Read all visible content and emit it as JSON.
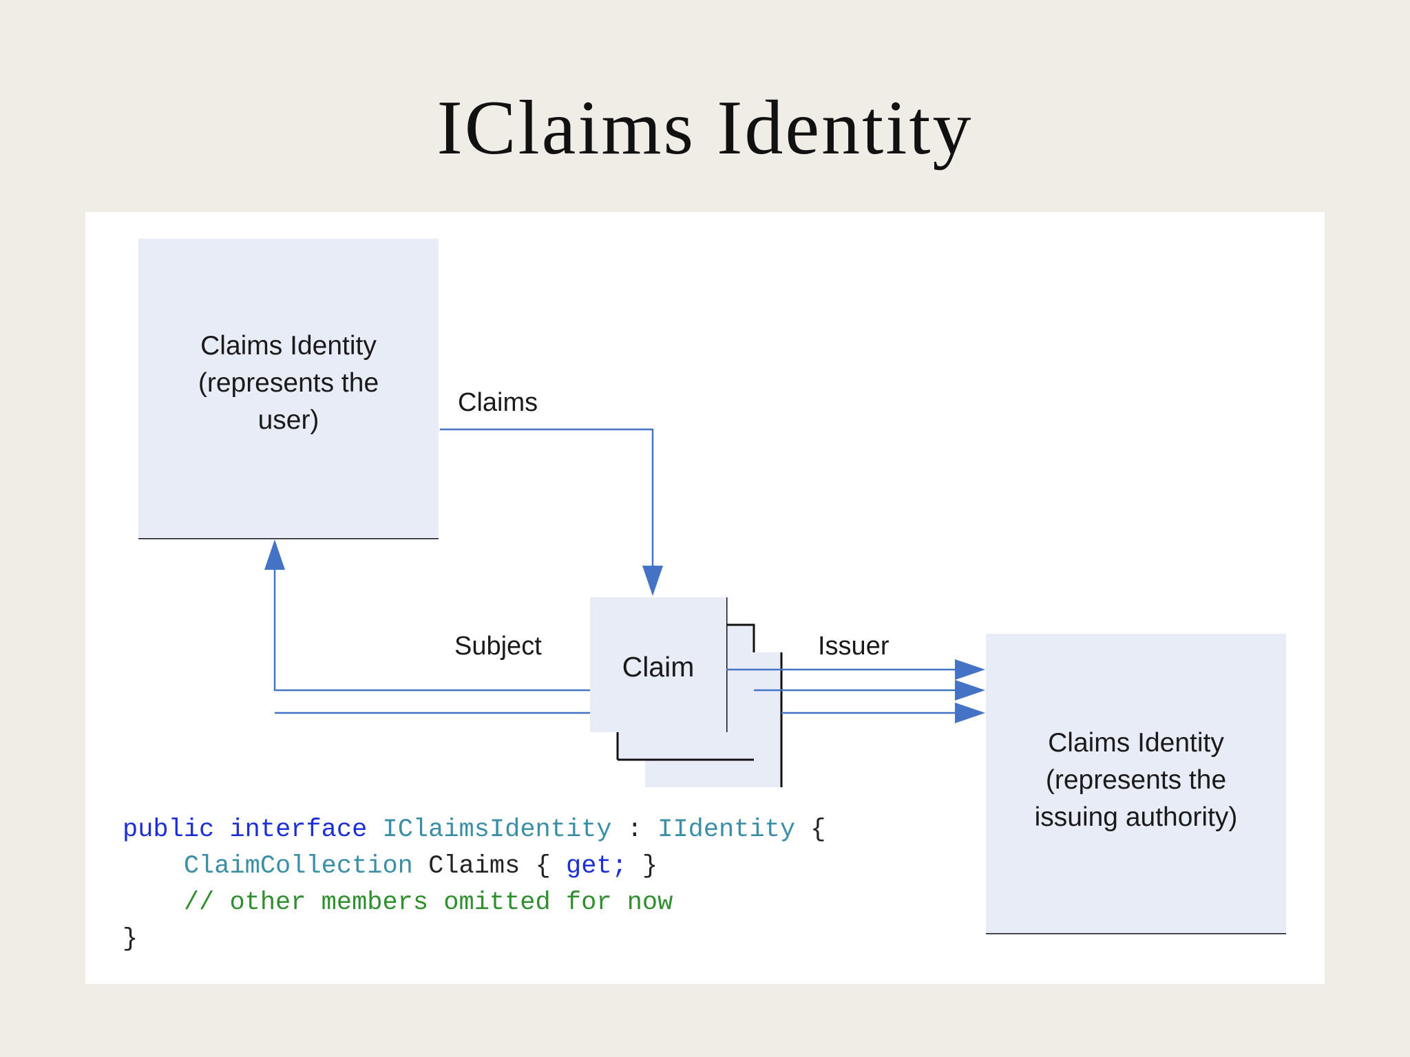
{
  "slide": {
    "title": "IClaims Identity"
  },
  "diagram": {
    "nodes": [
      {
        "id": "user-identity",
        "lines": [
          "Claims Identity",
          "(represents the",
          "user)"
        ]
      },
      {
        "id": "claim",
        "lines": [
          "Claim"
        ]
      },
      {
        "id": "issuer-identity",
        "lines": [
          "Claims Identity",
          "(represents the",
          "issuing authority)"
        ]
      }
    ],
    "edges": [
      {
        "label": "Claims",
        "from": "user-identity",
        "to": "claim"
      },
      {
        "label": "Subject",
        "from": "claim",
        "to": "user-identity"
      },
      {
        "label": "Issuer",
        "from": "claim",
        "to": "issuer-identity"
      }
    ],
    "colors": {
      "node_fill": "#e8ecf6",
      "arrow": "#4472c4",
      "underline": "#111111"
    }
  },
  "code": {
    "line1": {
      "kw1": "public",
      "kw2": "interface",
      "type1": "IClaimsIdentity",
      "sep": ":",
      "type2": "IIdentity",
      "brace": "{"
    },
    "line2": {
      "indent": "    ",
      "type": "ClaimCollection",
      "name": "Claims",
      "open": "{",
      "kw": "get;",
      "close": "}"
    },
    "line3": {
      "indent": "    ",
      "comment": "// other members omitted for now"
    },
    "line4": {
      "brace": "}"
    }
  }
}
